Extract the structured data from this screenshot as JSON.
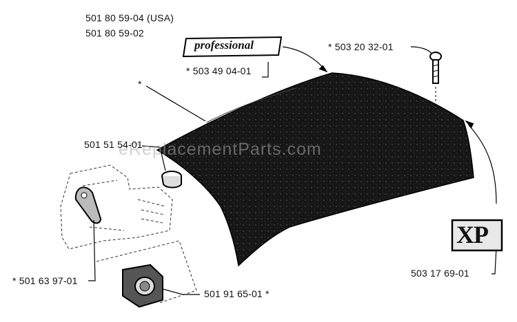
{
  "diagram": {
    "header_part_numbers": [
      "501 80 59-04 (USA)",
      "501 80 59-02"
    ],
    "badges": {
      "professional": "professional",
      "xp": "XP"
    },
    "watermark": "eReplacementParts.com",
    "callouts": {
      "decal_professional": "* 503 49 04-01",
      "cover_star": "*",
      "screw": "* 503 20 32-01",
      "plug": "501 51 54-01",
      "decal_xp": "503 17 69-01",
      "left_part": "* 501 63 97-01",
      "clamp": "501 91 65-01 *"
    }
  }
}
